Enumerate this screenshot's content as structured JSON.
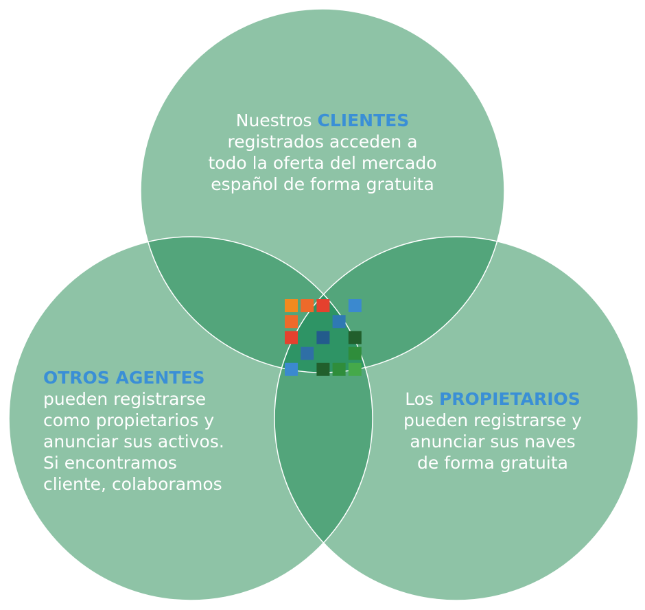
{
  "circles": {
    "top": {
      "lines": [
        {
          "pre": "Nuestros ",
          "hl": "CLIENTES"
        },
        {
          "text": "registrados acceden a"
        },
        {
          "text": "todo la oferta del mercado"
        },
        {
          "text": "español de forma gratuita"
        }
      ]
    },
    "left": {
      "lines": [
        {
          "hl": "OTROS AGENTES"
        },
        {
          "text": "pueden registrarse"
        },
        {
          "text": "como propietarios y"
        },
        {
          "text": "anunciar sus  activos."
        },
        {
          "text": "Si encontramos"
        },
        {
          "text": "cliente, colaboramos"
        }
      ]
    },
    "right": {
      "lines": [
        {
          "pre": "Los  ",
          "hl": "PROPIETARIOS"
        },
        {
          "text": "pueden registrarse  y"
        },
        {
          "text": "anunciar sus naves"
        },
        {
          "text": "de forma gratuita"
        }
      ]
    }
  },
  "colors": {
    "circle_fill": "#8ec3a6",
    "overlap_fill": "#53a57b",
    "center_fill": "#2e9465",
    "outline": "#ffffff",
    "highlight_text": "#3a8fd6",
    "body_text": "#ffffff",
    "logo_orange": "#f28a1f",
    "logo_orange_red": "#ee6a2a",
    "logo_red": "#e5412e",
    "logo_blue": "#3b89cf",
    "logo_mid_blue": "#2f79b3",
    "logo_dark_blue": "#235b8c",
    "logo_steel_blue": "#2f6fa6",
    "logo_dark_green": "#215f2c",
    "logo_green": "#2f8d3b",
    "logo_light_green": "#45a94a"
  },
  "logo": {
    "icon": "pixel-mosaic-logo-icon",
    "cells": [
      {
        "col": 0,
        "row": 0,
        "color": "#f28a1f"
      },
      {
        "col": 1,
        "row": 0,
        "color": "#ee6a2a"
      },
      {
        "col": 2,
        "row": 0,
        "color": "#e5412e"
      },
      {
        "col": 4,
        "row": 0,
        "color": "#3b89cf"
      },
      {
        "col": 0,
        "row": 1,
        "color": "#ee6a2a"
      },
      {
        "col": 3,
        "row": 1,
        "color": "#2f79b3"
      },
      {
        "col": 0,
        "row": 2,
        "color": "#e5412e"
      },
      {
        "col": 2,
        "row": 2,
        "color": "#235b8c"
      },
      {
        "col": 4,
        "row": 2,
        "color": "#215f2c"
      },
      {
        "col": 1,
        "row": 3,
        "color": "#2f6fa6"
      },
      {
        "col": 4,
        "row": 3,
        "color": "#2f8d3b"
      },
      {
        "col": 0,
        "row": 4,
        "color": "#3b89cf"
      },
      {
        "col": 2,
        "row": 4,
        "color": "#215f2c"
      },
      {
        "col": 3,
        "row": 4,
        "color": "#2f8d3b"
      },
      {
        "col": 4,
        "row": 4,
        "color": "#45a94a"
      }
    ]
  }
}
